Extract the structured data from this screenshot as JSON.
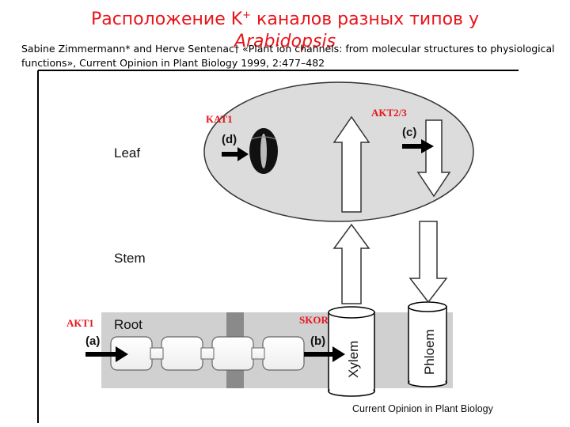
{
  "slide": {
    "title_prefix": "Расположение K",
    "title_superscript": "+",
    "title_middle": " каналов разных типов у",
    "title_species": "Arabidopsis",
    "citation": "Sabine Zimmermann* and Herve Sentenac† «Plant ion channels: from molecular structures to physiological functions», Current Opinion in Plant Biology 1999, 2:477–482"
  },
  "diagram": {
    "organs": {
      "leaf": "Leaf",
      "stem": "Stem",
      "root": "Root"
    },
    "tissues": {
      "xylem": "Xylem",
      "phloem": "Phloem"
    },
    "sublabels": {
      "a": "(a)",
      "b": "(b)",
      "c": "(c)",
      "d": "(d)"
    },
    "channels": {
      "kat1": "KAT1",
      "akt23": "AKT2/3",
      "akt1": "AKT1",
      "skor": "SKOR"
    },
    "source": "Current Opinion in Plant Biology",
    "colors": {
      "panel_gray": "#dcdcdc",
      "root_band": "#d0d0d0",
      "endodermis": "#8a8a8a",
      "channel_label": "#e8141a"
    }
  }
}
